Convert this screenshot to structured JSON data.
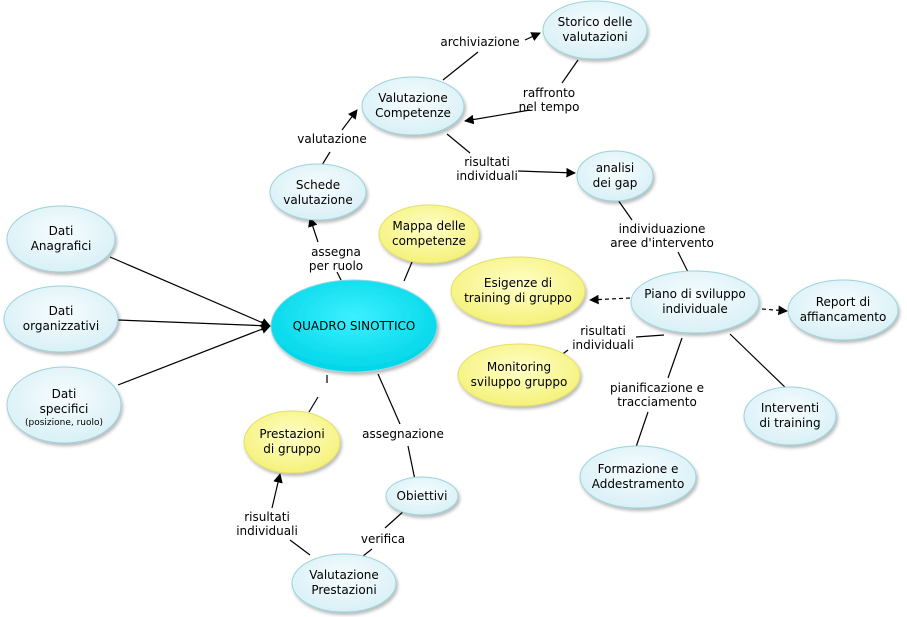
{
  "palette": {
    "node_light": "#e6f6fb",
    "node_yellow": "#fdfb9a",
    "node_center": "#00e1f0",
    "stroke": "#9bd3dc"
  },
  "nodes": {
    "storico": [
      "Storico delle",
      "valutazioni"
    ],
    "valutazione_competenze": [
      "Valutazione",
      "Competenze"
    ],
    "schede": [
      "Schede",
      "valutazione"
    ],
    "mappa": [
      "Mappa delle",
      "competenze"
    ],
    "analisi": [
      "analisi",
      "dei gap"
    ],
    "dati_anagrafici": [
      "Dati",
      "Anagrafici"
    ],
    "dati_organizzativi": [
      "Dati",
      "organizzativi"
    ],
    "dati_specifici": [
      "Dati",
      "specifici",
      "(posizione, ruolo)"
    ],
    "quadro": [
      "QUADRO SINOTTICO"
    ],
    "esigenze": [
      "Esigenze di",
      "training di gruppo"
    ],
    "piano": [
      "Piano di sviluppo",
      "individuale"
    ],
    "report": [
      "Report di",
      "affiancamento"
    ],
    "monitoring": [
      "Monitoring",
      "sviluppo gruppo"
    ],
    "interventi": [
      "Interventi",
      "di training"
    ],
    "formazione": [
      "Formazione e",
      "Addestramento"
    ],
    "prestazioni_gruppo": [
      "Prestazioni",
      "di gruppo"
    ],
    "obiettivi": [
      "Obiettivi"
    ],
    "valutazione_prestazioni": [
      "Valutazione",
      "Prestazioni"
    ]
  },
  "links": {
    "archiviazione": [
      "archiviazione"
    ],
    "raffronto": [
      "raffronto",
      "nel tempo"
    ],
    "valutazione": [
      "valutazione"
    ],
    "risultati_individuali_top": [
      "risultati",
      "individuali"
    ],
    "assegna": [
      "assegna",
      "per ruolo"
    ],
    "individuazione": [
      "individuazione",
      "aree d'intervento"
    ],
    "risultati_individuali_mid": [
      "risultati",
      "individuali"
    ],
    "pianificazione": [
      "pianificazione e",
      "tracciamento"
    ],
    "assegnazione": [
      "assegnazione"
    ],
    "risultati_individuali_low": [
      "risultati",
      "individuali"
    ],
    "verifica": [
      "verifica"
    ]
  }
}
